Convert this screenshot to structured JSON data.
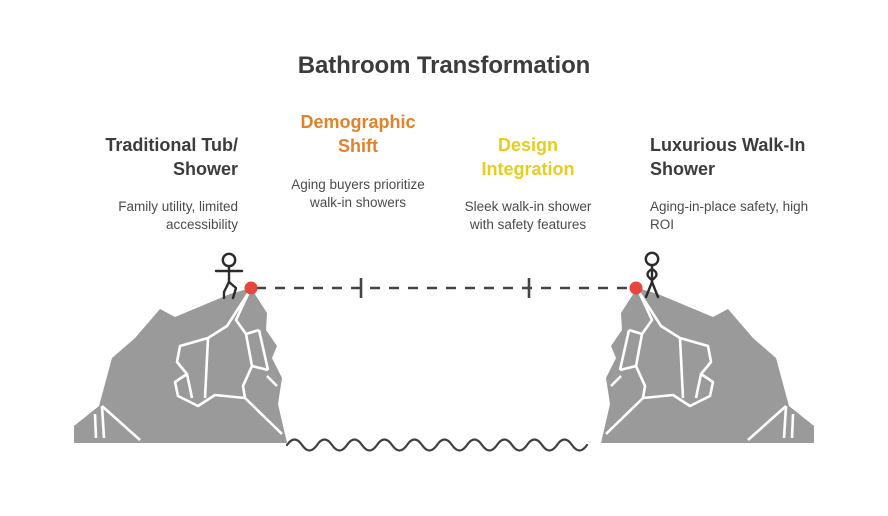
{
  "header": {
    "title": "Bathroom Transformation"
  },
  "columns": [
    {
      "id": "traditional-tub-shower",
      "heading": "Traditional Tub/ Shower",
      "subtext": "Family utility, limited accessibility",
      "color": "#3c3c3c",
      "align": "right"
    },
    {
      "id": "demographic-shift",
      "heading": "Demographic Shift",
      "subtext": "Aging buyers prioritize walk-in showers",
      "color": "#e2822b",
      "align": "center"
    },
    {
      "id": "design-integration",
      "heading": "Design Integration",
      "subtext": "Sleek walk-in shower with safety features",
      "color": "#e5ce1e",
      "align": "center"
    },
    {
      "id": "luxurious-walk-in-shower",
      "heading": "Luxurious Walk-In Shower",
      "subtext": "Aging-in-place safety, high ROI",
      "color": "#3c3c3c",
      "align": "left"
    }
  ],
  "illustration": {
    "left_cliff_label": "left-cliff",
    "right_cliff_label": "right-cliff",
    "left_figure_label": "walking-person-figure",
    "right_figure_label": "standing-person-figure",
    "start_marker_label": "start-point-marker",
    "end_marker_label": "end-point-marker",
    "path_label": "dashed-journey-path",
    "waves_label": "water-waves",
    "milestone_count": 2
  },
  "palette": {
    "title_text": "#3c3c3c",
    "body_text": "#4a4a4a",
    "accent_orange": "#e2822b",
    "accent_yellow": "#e5ce1e",
    "rock_gray": "#9a9a9a",
    "marker_red": "#e8453c",
    "line_dark": "#444444",
    "background": "#ffffff"
  }
}
